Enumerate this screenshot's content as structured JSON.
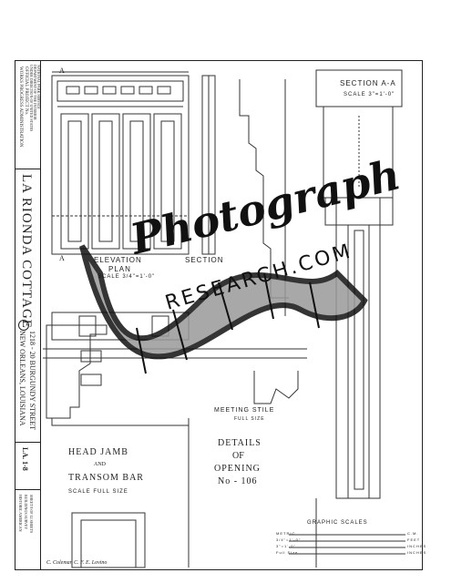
{
  "sidebar": {
    "agency": [
      "WORKS PROGRESS ADMINISTRATION",
      "OFFICIAL PROJECT No.",
      "UNDER DIRECTION OF UNITED STATES",
      "DEPARTMENT OF THE INTERIOR",
      "NATIONAL PARK SERVICE"
    ],
    "title": "LA RIONDA COTTAGE",
    "address": [
      "1218 - 20 BURGUNDY STREET",
      "NEW ORLEANS, LOUISIANA"
    ],
    "survey_no": "LA. 1-8",
    "survey": [
      "HISTORIC AMERICAN",
      "BUILDINGS SURVEY",
      "SHEET 8 OF 12 SHEETS"
    ]
  },
  "views": {
    "elevation": "ELEVATION",
    "section": "SECTION",
    "plan": "PLAN",
    "plan_scale": "SCALE  3/4\"=1'-0\"",
    "section_aa": "SECTION A-A",
    "section_aa_scale": "SCALE  3\"=1'-0\"",
    "marker_a": "A",
    "meeting_stile": "MEETING STILE",
    "meeting_stile_scale": "FULL SIZE",
    "head_jamb": "HEAD JAMB",
    "and": "AND",
    "transom_bar": "TRANSOM BAR",
    "head_jamb_scale": "SCALE      FULL SIZE",
    "details": [
      "DETAILS",
      "OF",
      "OPENING",
      "No - 106"
    ]
  },
  "graphic_scales": {
    "title": "GRAPHIC SCALES",
    "rows": [
      {
        "left": "METRIC",
        "right": "C.M."
      },
      {
        "left": "3/4\"=1'-0\"",
        "right": "FEET"
      },
      {
        "left": "3\"=1'-0\"",
        "right": "INCHES"
      },
      {
        "left": "Full Size",
        "right": "INCHES"
      }
    ]
  },
  "delineators": "C. Coleman    C. F. E. Lovino",
  "watermark": {
    "line1": "Photograph",
    "line2": "RESEARCH.COM"
  }
}
